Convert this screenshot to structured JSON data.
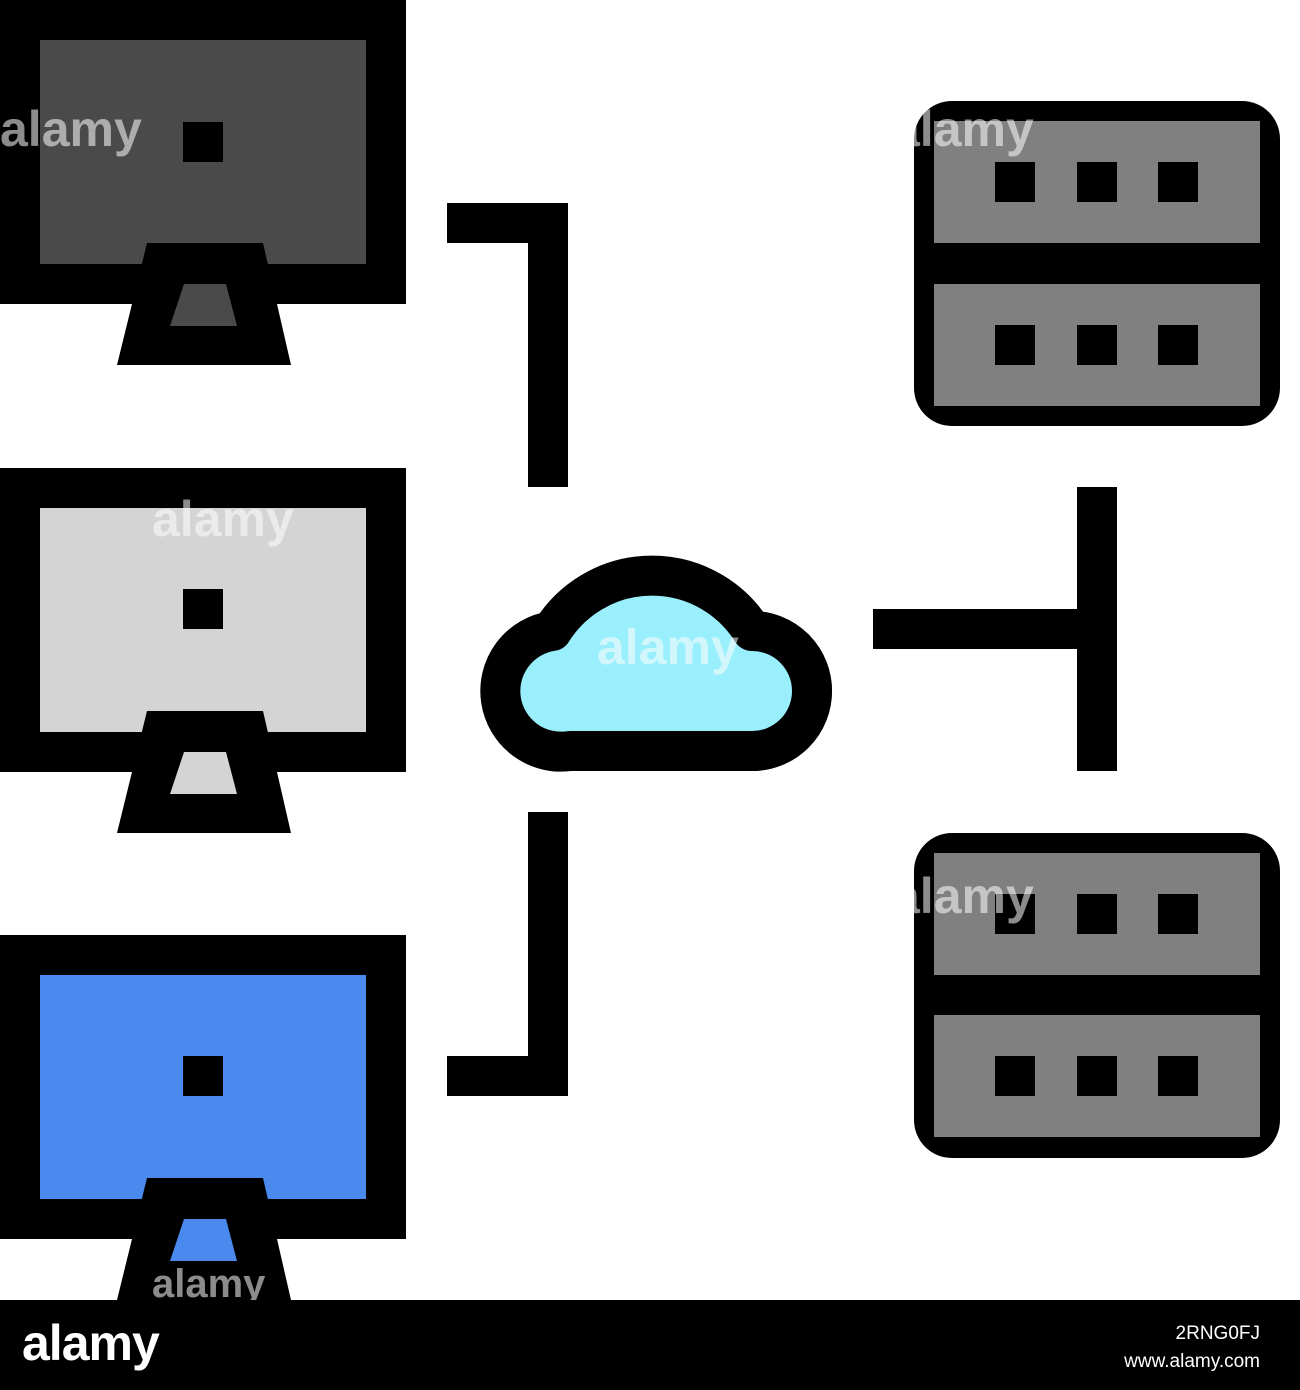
{
  "colors": {
    "outline": "#000000",
    "monitor_top": "#4a4a4a",
    "monitor_middle": "#d4d4d4",
    "monitor_bottom": "#4a89ee",
    "cloud": "#99effb",
    "server": "#808080",
    "background": "#ffffff"
  },
  "icons": {
    "monitors": [
      "monitor-icon",
      "monitor-icon",
      "monitor-icon"
    ],
    "cloud": "cloud-icon",
    "servers": [
      "server-rack-icon",
      "server-rack-icon"
    ]
  },
  "watermark": {
    "brand": "alamy",
    "image_id": "2RNG0FJ",
    "site": "www.alamy.com"
  }
}
